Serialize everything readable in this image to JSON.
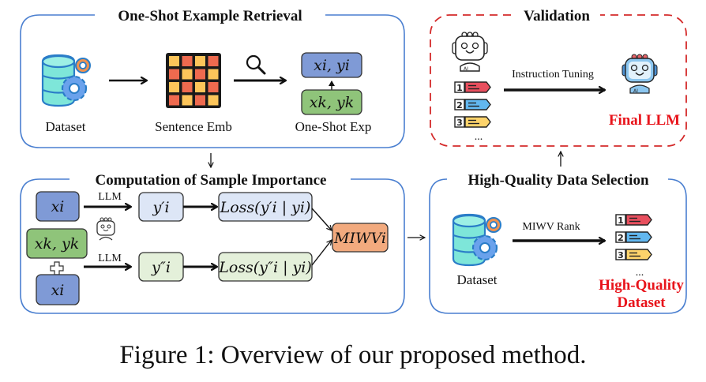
{
  "colors": {
    "panel_border": "#4a7fd0",
    "validation_border": "#d42a2a",
    "box_blue": "#7f9ad6",
    "box_green": "#8fc47a",
    "box_light_blue": "#dde6f6",
    "box_light_green": "#e4f0da",
    "box_orange": "#f2aa7e",
    "grid_red": "#ee6a4f",
    "grid_yellow": "#fcc55a",
    "final_label": "#e8141b"
  },
  "panels": {
    "retrieval": {
      "title": "One-Shot Example Retrieval",
      "dataset_label": "Dataset",
      "emb_label": "Sentence Emb",
      "exp_label": "One-Shot Exp",
      "box_top": "xi, yi",
      "box_bottom": "xk, yk"
    },
    "computation": {
      "title": "Computation of Sample Importance",
      "input_top": "xi",
      "input_pair": "xk, yk",
      "input_bottom": "xi",
      "llm_top": "LLM",
      "llm_bottom": "LLM",
      "out_top": "y′i",
      "out_bottom": "y″i",
      "loss_top": "Loss(y′i | yi)",
      "loss_bottom": "Loss(y″i | yi)",
      "score": "MIWVi"
    },
    "selection": {
      "title": "High-Quality Data Selection",
      "dataset_label": "Dataset",
      "rank_label": "MIWV Rank",
      "ellipsis": "...",
      "output_line1": "High-Quality",
      "output_line2": "Dataset"
    },
    "validation": {
      "title": "Validation",
      "arrow_label": "Instruction Tuning",
      "ellipsis": "...",
      "output_label": "Final LLM"
    }
  },
  "rank_list": [
    {
      "rank": "1",
      "color": "#e84f5e"
    },
    {
      "rank": "2",
      "color": "#62b7ef"
    },
    {
      "rank": "3",
      "color": "#fdd36b"
    }
  ],
  "caption": "Figure 1: Overview of our proposed method."
}
